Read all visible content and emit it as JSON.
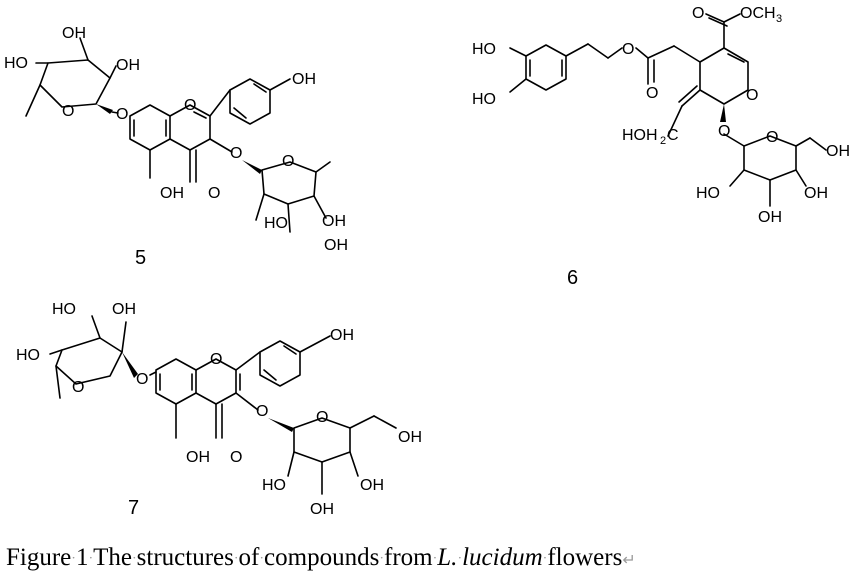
{
  "compounds": [
    {
      "number": "5"
    },
    {
      "number": "6"
    },
    {
      "number": "7"
    }
  ],
  "atom_labels": {
    "oh": "OH",
    "ho": "HO",
    "o": "O",
    "o_me": "OCH",
    "me_sub": "3",
    "hoh": "HOH",
    "hoh_sub": "2",
    "c": "C"
  },
  "caption": {
    "w1": "Figure",
    "w2": "1",
    "w3": "The",
    "w4": "structures",
    "w5": "of",
    "w6": "compounds",
    "w7": "from",
    "w8": "L.",
    "w9": "lucidum",
    "w10": "flowers",
    "separator": "·",
    "return_mark": "↵"
  }
}
